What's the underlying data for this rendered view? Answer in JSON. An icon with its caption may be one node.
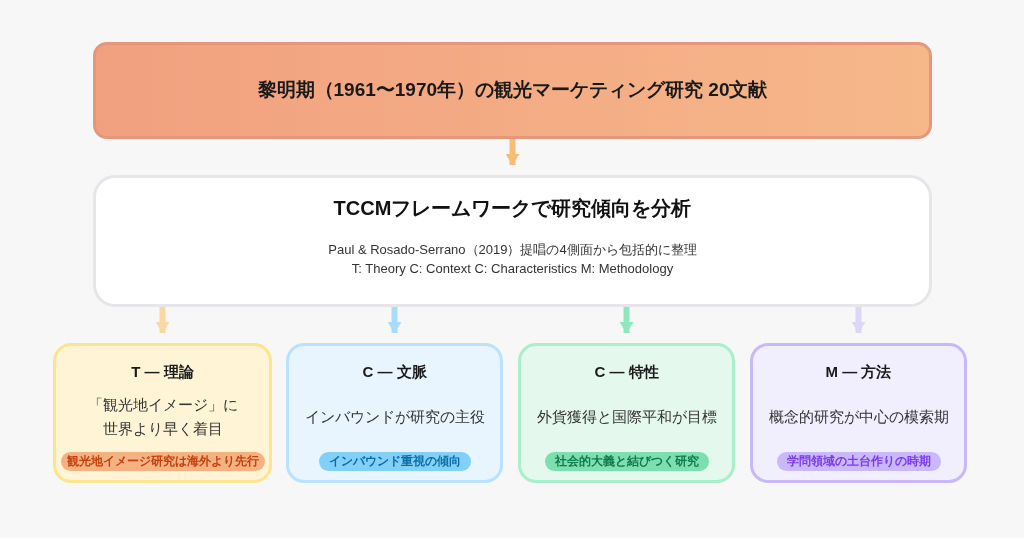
{
  "diagram": {
    "nodes": [
      {
        "text": [
          "黎明期（1961〜1970年）の観光マーケティング研究 20文献"
        ]
      },
      {
        "text": [
          "TCCMフレームワークで研究傾向を分析",
          "Paul & Rosado-Serrano（2019）提唱の4側面から包括的に整理",
          "T: Theory C: Context C: Characteristics M: Methodology"
        ]
      },
      {
        "text": [
          "T — 理論",
          "「観光地イメージ」に世界より早く着目"
        ]
      },
      {
        "text": [
          "観光地イメージ研究は海外より先行"
        ],
        "in": 2
      },
      {
        "text": [
          "C — 文脈",
          "インバウンドが研究の主役"
        ]
      },
      {
        "text": [
          "インバウンド重視の傾向"
        ],
        "in": 4
      },
      {
        "text": [
          "C — 特性",
          "外貨獲得と国際平和が目標"
        ]
      },
      {
        "text": [
          "社会的大義と結びつく研究"
        ],
        "in": 6
      },
      {
        "text": [
          "M — 方法",
          "概念的研究が中心の模索期"
        ]
      },
      {
        "text": [
          "学問領域の土台作りの時期"
        ],
        "in": 8
      }
    ],
    "edges": [
      {
        "from": 0,
        "to": 1,
        "arrow": "to",
        "color": "#f6bd76"
      },
      {
        "from": 1,
        "to": 2,
        "arrow": "to",
        "color": "#fbd8a2"
      },
      {
        "from": 1,
        "to": 4,
        "arrow": "to",
        "color": "#a9dcfa"
      },
      {
        "from": 1,
        "to": 6,
        "arrow": "to",
        "color": "#8fe8bd"
      },
      {
        "from": 1,
        "to": 8,
        "arrow": "to",
        "color": "#ddd5fb"
      }
    ]
  }
}
